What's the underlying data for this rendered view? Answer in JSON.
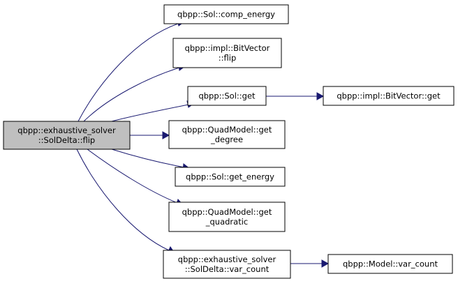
{
  "diagram": {
    "nodes": [
      {
        "id": "root",
        "lines": [
          "qbpp::exhaustive_solver",
          "::SolDelta::flip"
        ],
        "highlighted": true
      },
      {
        "id": "comp_energy",
        "lines": [
          "qbpp::Sol::comp_energy"
        ]
      },
      {
        "id": "bv_flip",
        "lines": [
          "qbpp::impl::BitVector",
          "::flip"
        ]
      },
      {
        "id": "sol_get",
        "lines": [
          "qbpp::Sol::get"
        ]
      },
      {
        "id": "bv_get",
        "lines": [
          "qbpp::impl::BitVector::get"
        ]
      },
      {
        "id": "get_degree",
        "lines": [
          "qbpp::QuadModel::get",
          "_degree"
        ]
      },
      {
        "id": "get_energy",
        "lines": [
          "qbpp::Sol::get_energy"
        ]
      },
      {
        "id": "get_quadratic",
        "lines": [
          "qbpp::QuadModel::get",
          "_quadratic"
        ]
      },
      {
        "id": "sd_var_count",
        "lines": [
          "qbpp::exhaustive_solver",
          "::SolDelta::var_count"
        ]
      },
      {
        "id": "model_var_count",
        "lines": [
          "qbpp::Model::var_count"
        ]
      }
    ],
    "edges": [
      {
        "from": "root",
        "to": "comp_energy"
      },
      {
        "from": "root",
        "to": "bv_flip"
      },
      {
        "from": "root",
        "to": "sol_get"
      },
      {
        "from": "root",
        "to": "get_degree"
      },
      {
        "from": "root",
        "to": "get_energy"
      },
      {
        "from": "root",
        "to": "get_quadratic"
      },
      {
        "from": "root",
        "to": "sd_var_count"
      },
      {
        "from": "sol_get",
        "to": "bv_get"
      },
      {
        "from": "sd_var_count",
        "to": "model_var_count"
      }
    ],
    "colors": {
      "edge": "#191970",
      "root_fill": "#bfbfbf",
      "node_fill": "#ffffff",
      "border": "#000000"
    }
  }
}
